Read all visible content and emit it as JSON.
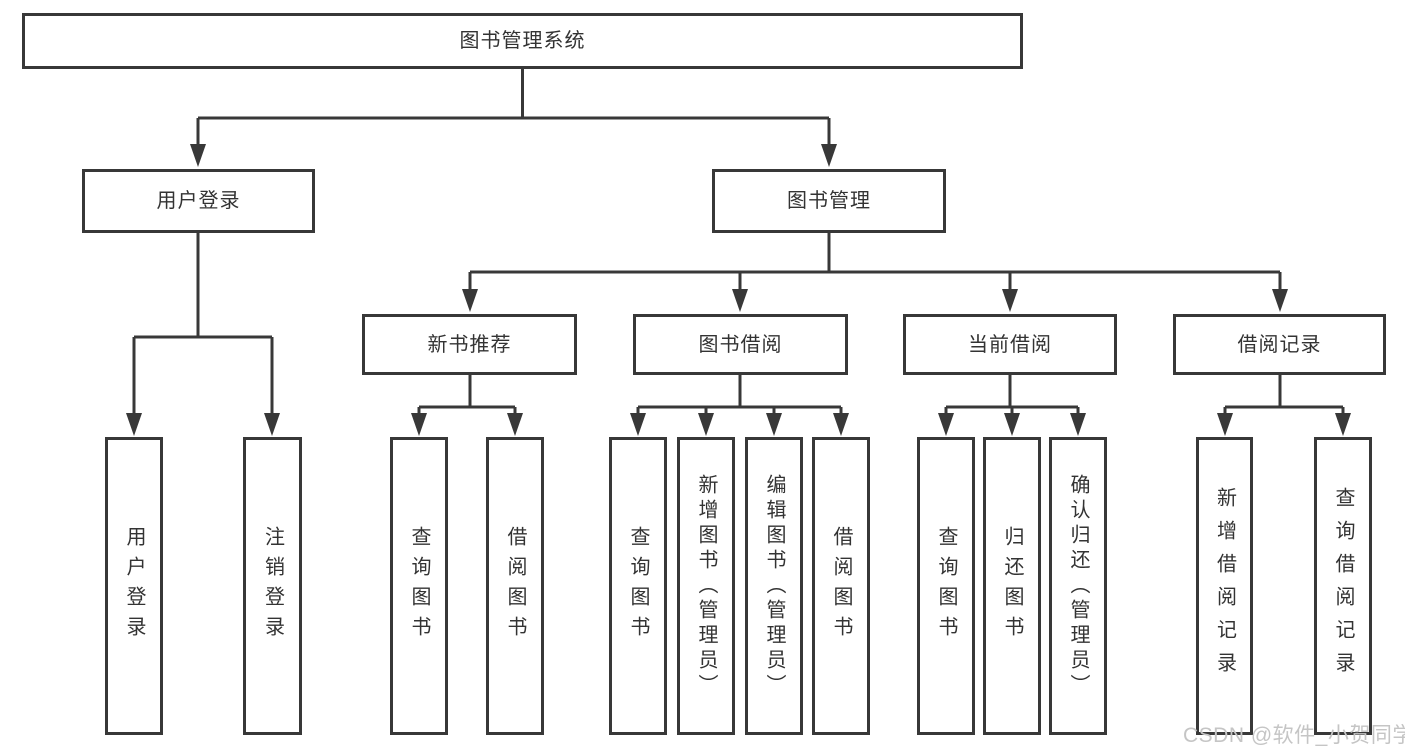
{
  "colors": {
    "line": "#383838",
    "box_background": "#ffffff",
    "text": "#333333",
    "watermark": "#c5c5c5",
    "page_background": "#ffffff"
  },
  "watermark": {
    "text": "CSDN @软件_小贺同学"
  },
  "diagram": {
    "root": {
      "label": "图书管理系统"
    },
    "branches": [
      {
        "label": "用户登录",
        "children": [
          {
            "label": "用户登录"
          },
          {
            "label": "注销登录"
          }
        ]
      },
      {
        "label": "图书管理",
        "sections": [
          {
            "label": "新书推荐",
            "children": [
              {
                "label": "查询图书"
              },
              {
                "label": "借阅图书"
              }
            ]
          },
          {
            "label": "图书借阅",
            "children": [
              {
                "label": "查询图书"
              },
              {
                "label": "新增图书（管理员）"
              },
              {
                "label": "编辑图书（管理员）"
              },
              {
                "label": "借阅图书"
              }
            ]
          },
          {
            "label": "当前借阅",
            "children": [
              {
                "label": "查询图书"
              },
              {
                "label": "归还图书"
              },
              {
                "label": "确认归还（管理员）"
              }
            ]
          },
          {
            "label": "借阅记录",
            "children": [
              {
                "label": "新增借阅记录"
              },
              {
                "label": "查询借阅记录"
              }
            ]
          }
        ]
      }
    ]
  }
}
